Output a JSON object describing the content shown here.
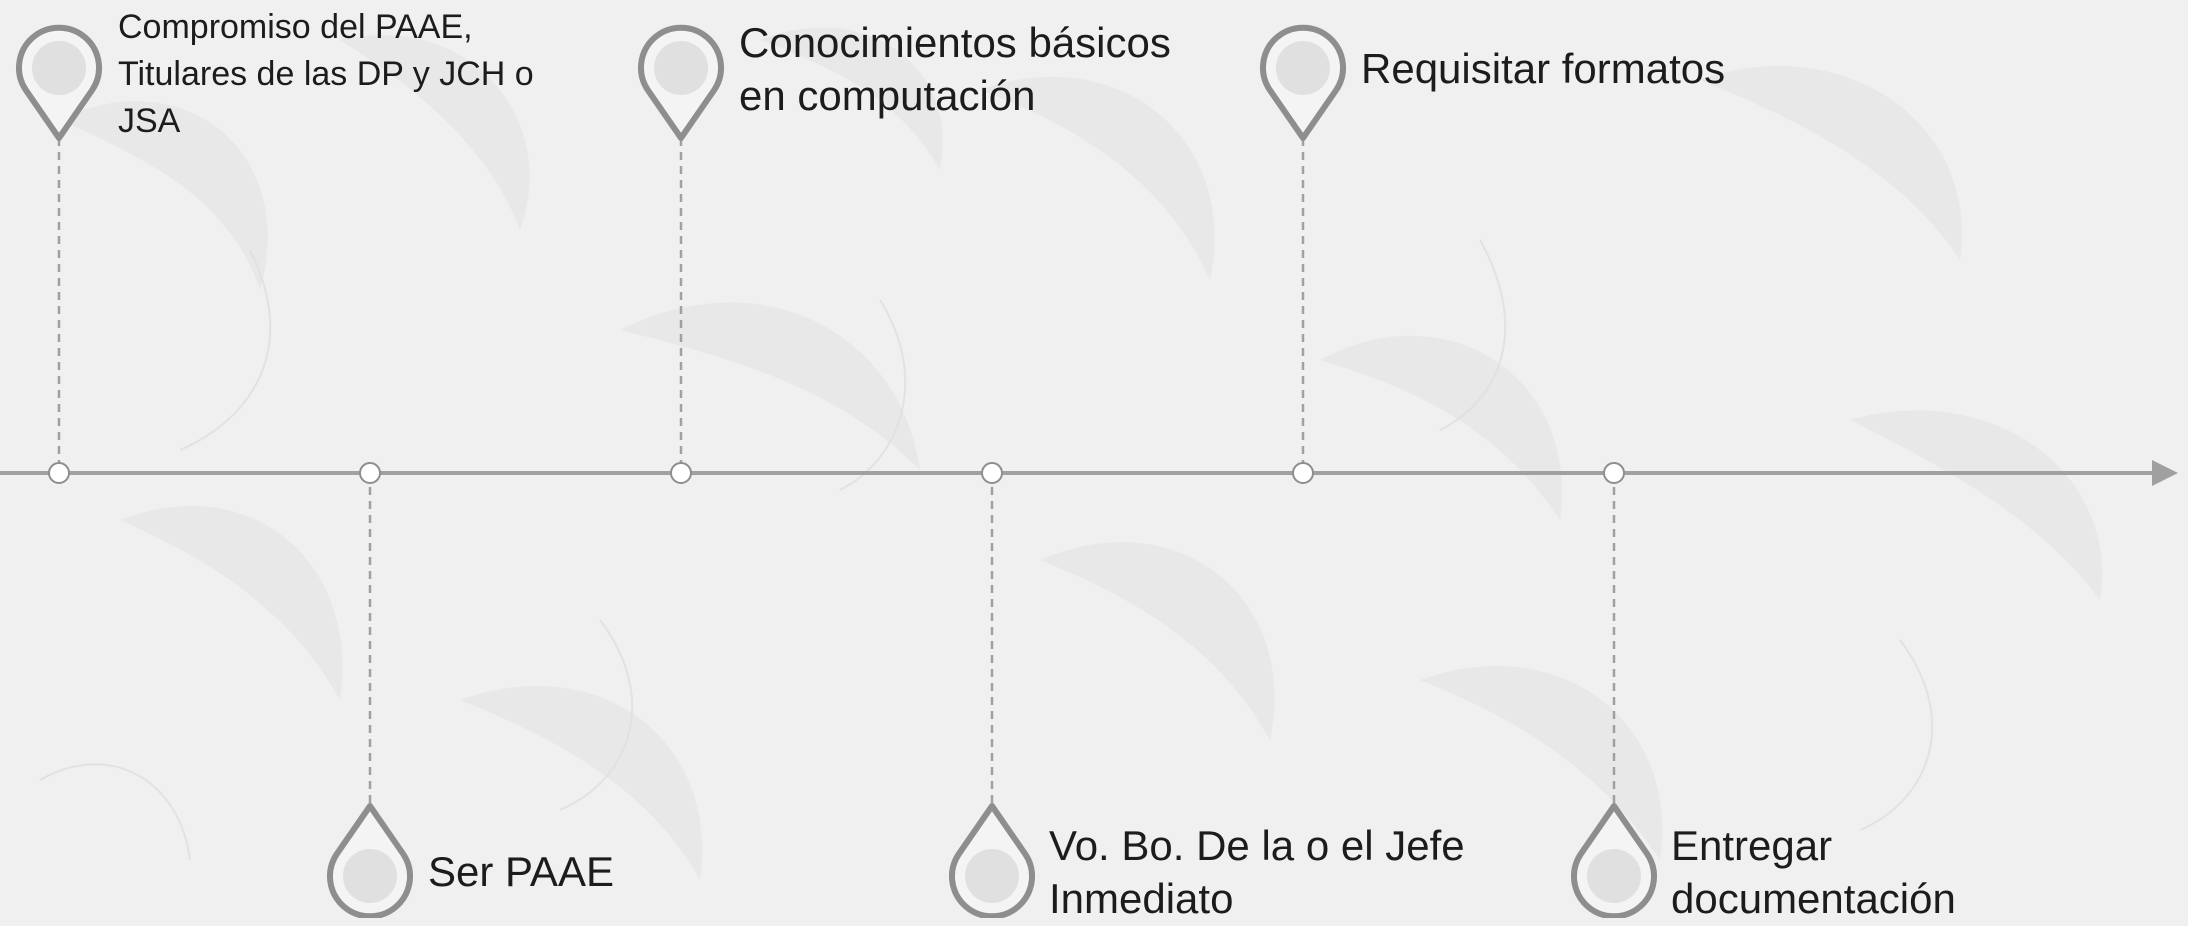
{
  "colors": {
    "background": "#f0f0f0",
    "pattern": "#e4e4e4",
    "line": "#a0a0a0",
    "pin_border": "#8e8e8e",
    "pin_fill": "#e0e0e0",
    "text": "#1c1c1c"
  },
  "timeline": {
    "milestones": [
      {
        "id": "m1",
        "side": "top",
        "lines": [
          "Compromiso del PAAE,",
          "Titulares de las DP y JCH o",
          "JSA"
        ]
      },
      {
        "id": "m2",
        "side": "bottom",
        "lines": [
          "Ser PAAE"
        ]
      },
      {
        "id": "m3",
        "side": "top",
        "lines": [
          "Conocimientos básicos",
          "en computación"
        ]
      },
      {
        "id": "m4",
        "side": "bottom",
        "lines": [
          "Vo. Bo. De la o el Jefe",
          "Inmediato"
        ]
      },
      {
        "id": "m5",
        "side": "top",
        "lines": [
          "Requisitar formatos"
        ]
      },
      {
        "id": "m6",
        "side": "bottom",
        "lines": [
          "Entregar",
          "documentación"
        ]
      }
    ]
  }
}
